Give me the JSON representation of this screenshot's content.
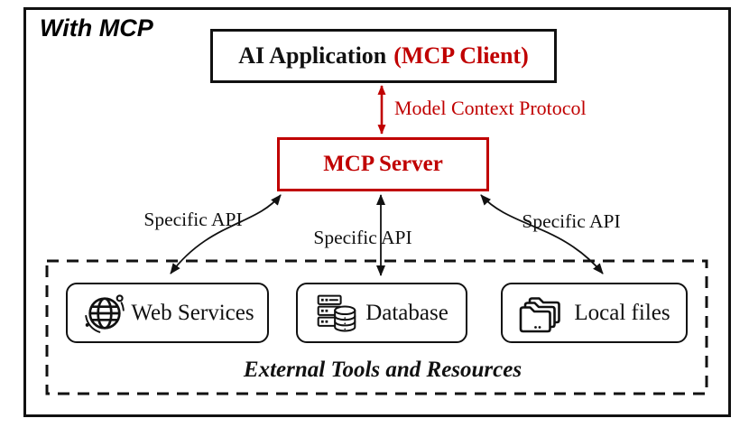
{
  "diagram": {
    "title": "With MCP",
    "app_box": {
      "prefix": "AI Application",
      "suffix": "(MCP Client)"
    },
    "protocol_arrow_label": "Model Context Protocol",
    "server_box_label": "MCP Server",
    "api_labels": {
      "left": "Specific API",
      "middle": "Specific API",
      "right": "Specific API"
    },
    "resources": [
      {
        "label": "Web Services",
        "icon": "globe-network-icon"
      },
      {
        "label": "Database",
        "icon": "database-server-icon"
      },
      {
        "label": "Local files",
        "icon": "stacked-folders-icon"
      }
    ],
    "container_label": "External Tools and Resources",
    "colors": {
      "accent_red": "#c00000",
      "line_black": "#111111",
      "background": "#ffffff"
    }
  }
}
